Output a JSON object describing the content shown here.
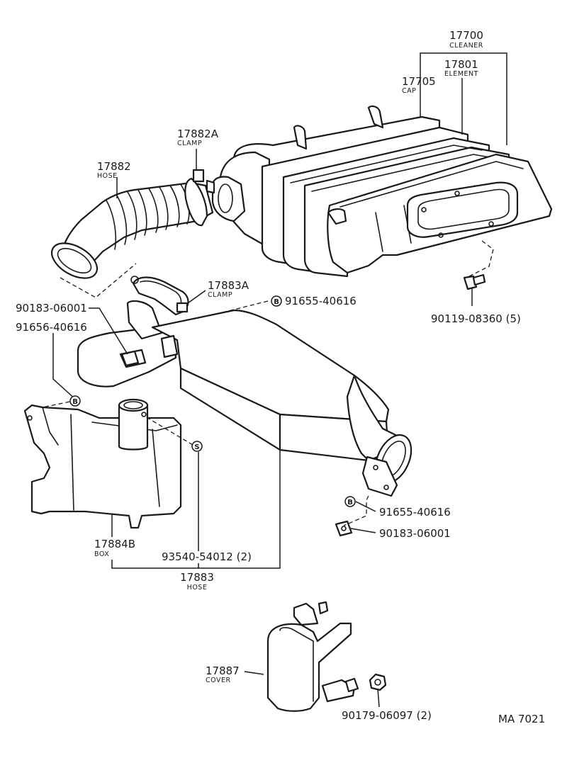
{
  "labels": {
    "cleaner_num": "17700",
    "cleaner_name": "CLEANER",
    "element_num": "17801",
    "element_name": "ELEMENT",
    "cap_num": "17705",
    "cap_name": "CAP",
    "clamp_a_num": "17882A",
    "clamp_a_name": "CLAMP",
    "hose1_num": "17882",
    "hose1_name": "HOSE",
    "clamp_b_num": "17883A",
    "clamp_b_name": "CLAMP",
    "bolt_5": "90119-08360 (5)",
    "grommet_a": "90183-06001",
    "clip_a": "91656-40616",
    "clip_b_top": "91655-40616",
    "clip_b_bottom": "91655-40616",
    "grommet_b": "90183-06001",
    "box_num": "17884B",
    "box_name": "BOX",
    "screw": "93540-54012 (2)",
    "hose2_num": "17883",
    "hose2_name": "HOSE",
    "cover_num": "17887",
    "cover_name": "COVER",
    "nut": "90179-06097 (2)",
    "ref_code": "MA 7021"
  },
  "marks": {
    "b": "B",
    "s": "S"
  }
}
